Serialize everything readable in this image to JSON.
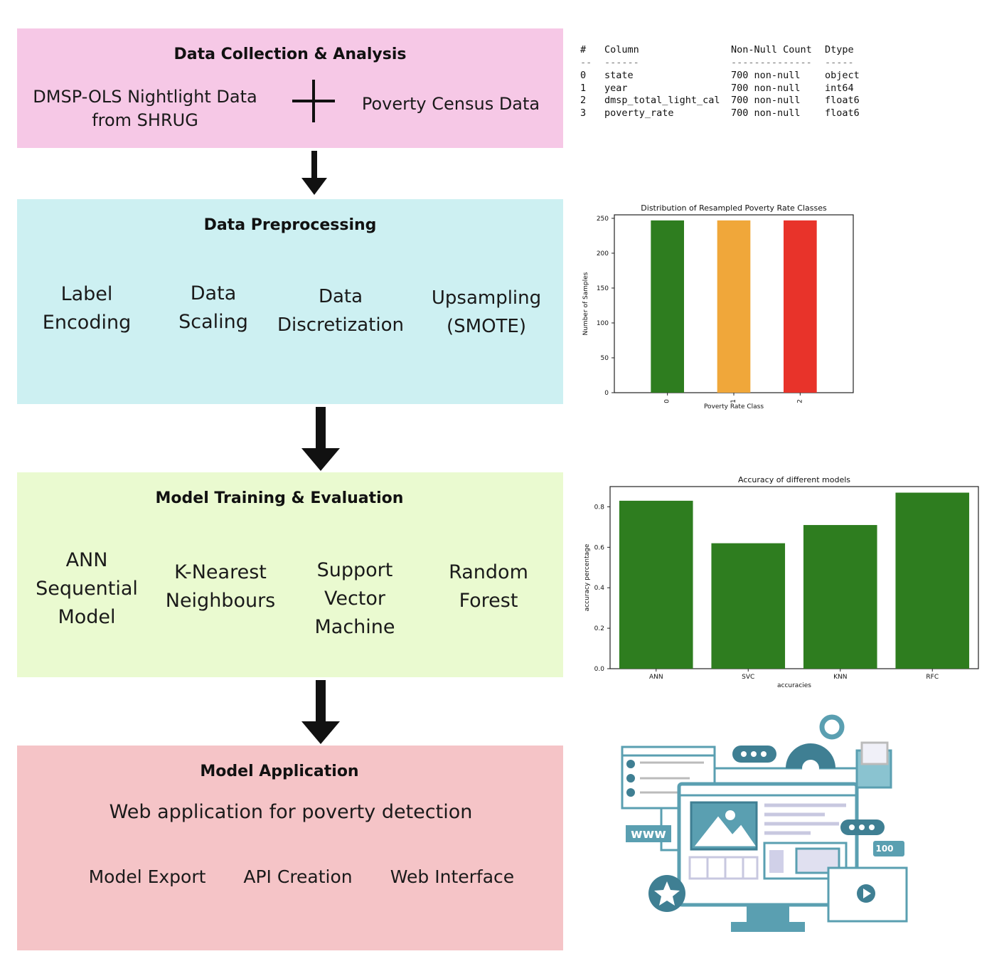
{
  "stages": [
    {
      "title": "Data Collection & Analysis",
      "color": "#f6c8e6",
      "items": [
        "DMSP-OLS Nightlight Data\nfrom SHRUG",
        "Poverty Census Data"
      ],
      "joiner": "+"
    },
    {
      "title": "Data  Preprocessing",
      "color": "#cdf0f2",
      "items": [
        "Label\nEncoding",
        "Data\nScaling",
        "Data\nDiscretization",
        "Upsampling\n(SMOTE)"
      ]
    },
    {
      "title": "Model  Training & Evaluation",
      "color": "#eafad0",
      "items": [
        "ANN\nSequential\nModel",
        "K-Nearest\nNeighbours",
        "Support\nVector\nMachine",
        "Random\nForest"
      ]
    },
    {
      "title": "Model Application",
      "color": "#f5c4c7",
      "subtitle": "Web application for poverty detection",
      "items": [
        "Model Export",
        "API Creation",
        "Web Interface"
      ]
    }
  ],
  "info_table": {
    "headers": [
      "#",
      "Column",
      "Non-Null Count",
      "Dtype"
    ],
    "separators": [
      "--",
      "------",
      "--------------",
      "-----"
    ],
    "rows": [
      [
        "0",
        "state",
        "700 non-null",
        "object"
      ],
      [
        "1",
        "year",
        "700 non-null",
        "int64"
      ],
      [
        "2",
        "dmsp_total_light_cal",
        "700 non-null",
        "float6"
      ],
      [
        "3",
        "poverty_rate",
        "700 non-null",
        "float6"
      ]
    ]
  },
  "chart_data": [
    {
      "type": "bar",
      "title": "Distribution of Resampled Poverty Rate Classes",
      "xlabel": "Poverty Rate Class",
      "ylabel": "Number of Samples",
      "categories": [
        "0",
        "1",
        "2"
      ],
      "values": [
        247,
        247,
        247
      ],
      "colors": [
        "#2e7d1f",
        "#f0a73a",
        "#e8332a"
      ],
      "ylim": [
        0,
        255
      ],
      "yticks": [
        0,
        50,
        100,
        150,
        200,
        250
      ],
      "grid": false
    },
    {
      "type": "bar",
      "title": "Accuracy of different models",
      "xlabel": "accuracies",
      "ylabel": "accuracy percentage",
      "categories": [
        "ANN",
        "SVC",
        "KNN",
        "RFC"
      ],
      "values": [
        0.83,
        0.62,
        0.71,
        0.87
      ],
      "colors": [
        "#2e7d1f",
        "#2e7d1f",
        "#2e7d1f",
        "#2e7d1f"
      ],
      "ylim": [
        0,
        0.9
      ],
      "yticks": [
        "0.0",
        "0.2",
        "0.4",
        "0.6",
        "0.8"
      ],
      "grid": false
    }
  ],
  "illustration": {
    "www_label": "www",
    "like_count": "100",
    "accent": "#5a9fb1"
  }
}
